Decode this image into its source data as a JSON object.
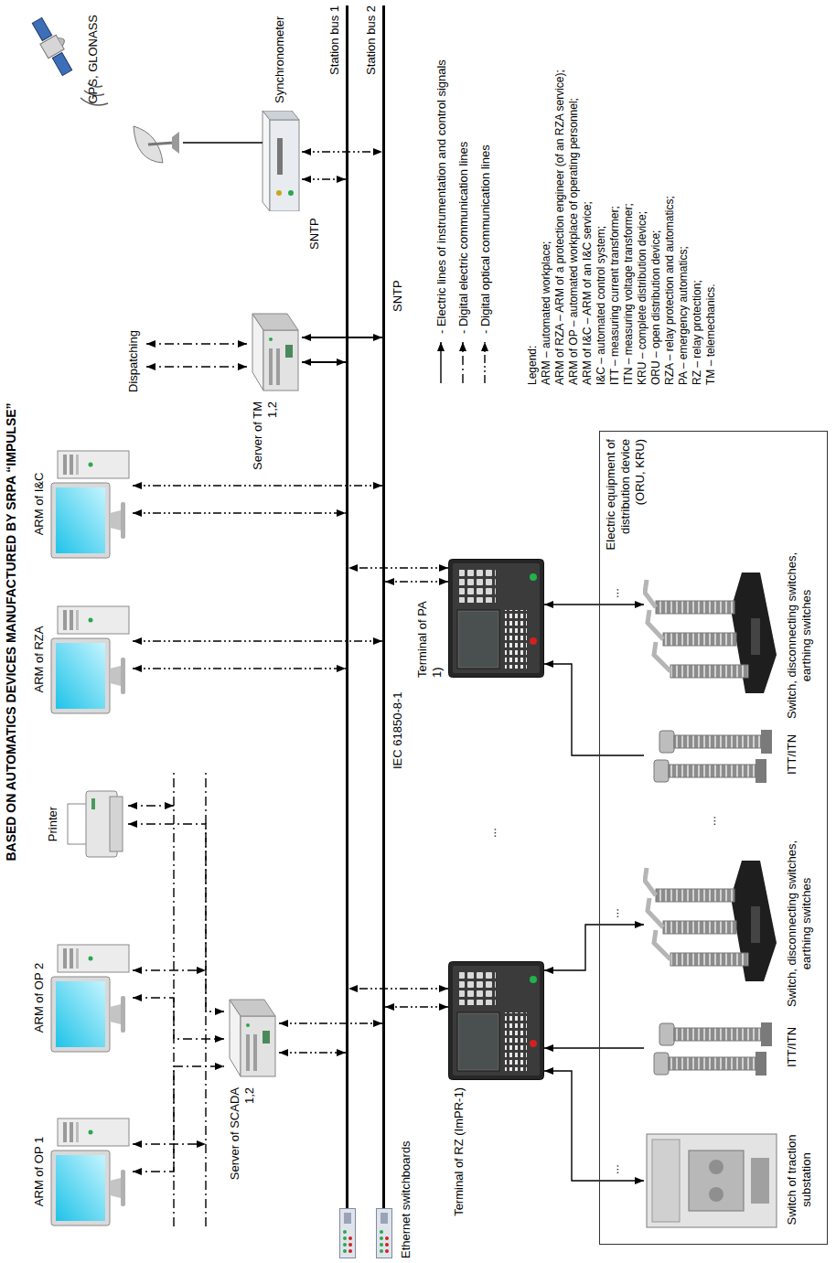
{
  "diagram": {
    "title": "BASED ON AUTOMATICS DEVICES MANUFACTURED BY SRPA “IMPULSE”",
    "nodes": [
      {
        "text": [
          "ARM of OP 1"
        ]
      },
      {
        "text": [
          "ARM of OP 2"
        ]
      },
      {
        "text": [
          "Printer"
        ]
      },
      {
        "text": [
          "Server of SCADA 1,2"
        ]
      },
      {
        "text": [
          "ARM of RZA"
        ]
      },
      {
        "text": [
          "ARM of I&C"
        ]
      },
      {
        "text": [
          "Server of TM 1,2"
        ]
      },
      {
        "text": [
          "Synchronometer"
        ]
      },
      {
        "text": [
          "GPS, GLONASS"
        ]
      },
      {
        "text": [
          "Station bus 1"
        ]
      },
      {
        "text": [
          "Station bus 2"
        ]
      },
      {
        "text": [
          "Terminal of RZ (ImPR-1)"
        ]
      },
      {
        "text": [
          "Terminal of PA 1)"
        ]
      },
      {
        "text": [
          "Electric equipment of distribution device (ORU, KRU)"
        ]
      },
      {
        "text": [
          "Switch of traction substation"
        ],
        "in": 13
      },
      {
        "text": [
          "ITT/ITN"
        ],
        "in": 13
      },
      {
        "text": [
          "Switch, disconnecting switches, earthing switches"
        ],
        "in": 13
      },
      {
        "text": [
          "ITT/ITN"
        ],
        "in": 13
      },
      {
        "text": [
          "Switch, disconnecting switches, earthing switches"
        ],
        "in": 13
      }
    ],
    "edges": [
      {
        "from": 0,
        "to": 3,
        "arrow": "both"
      },
      {
        "from": 1,
        "to": 3,
        "arrow": "both"
      },
      {
        "from": 2,
        "to": 3,
        "arrow": "both"
      },
      {
        "from": 3,
        "to": 9,
        "arrow": "both"
      },
      {
        "from": 3,
        "to": 10,
        "arrow": "both"
      },
      {
        "from": 4,
        "to": 9,
        "arrow": "both"
      },
      {
        "from": 4,
        "to": 10,
        "arrow": "both"
      },
      {
        "from": 5,
        "to": 9,
        "arrow": "both"
      },
      {
        "from": 5,
        "to": 10,
        "arrow": "both"
      },
      {
        "from": 6,
        "to": 9,
        "arrow": "both"
      },
      {
        "from": 6,
        "to": 10,
        "arrow": "both"
      },
      {
        "from": 7,
        "to": 9,
        "arrow": "both"
      },
      {
        "from": 7,
        "to": 10,
        "arrow": "both"
      },
      {
        "from": 11,
        "to": 9,
        "arrow": "both"
      },
      {
        "from": 11,
        "to": 10,
        "arrow": "both"
      },
      {
        "from": 12,
        "to": 9,
        "arrow": "both"
      },
      {
        "from": 12,
        "to": 10,
        "arrow": "both"
      },
      {
        "from": 15,
        "to": 11,
        "arrow": "to"
      },
      {
        "from": 11,
        "to": 14,
        "arrow": "both"
      },
      {
        "from": 11,
        "to": 16,
        "arrow": "both"
      },
      {
        "from": 17,
        "to": 12,
        "arrow": "to"
      },
      {
        "from": 12,
        "to": 18,
        "arrow": "both"
      }
    ],
    "labels": [
      "BASED ON AUTOMATICS DEVICES MANUFACTURED BY SRPA “IMPULSE”",
      "Ethernet switchboards",
      "Dispatching",
      "SNTP",
      "SNTP",
      "IEC 61850-8-1",
      "...",
      "...",
      "...",
      "...",
      "...",
      "Legend:",
      "ARM – automated workplace;",
      "ARM of RZA – ARM of a protection engineer (of an RZA service);",
      "ARM of OP – automated workplace of operating personnel;",
      "ARM of I&C – ARM of an I&C service;",
      "I&C – automated control system;",
      "ITT – measuring current transformer;",
      "ITN – measuring voltage transformer;",
      "KRU – complete distribution device;",
      "ORU – open distribution device;",
      "RZA – relay protection and automatics;",
      "PA – emergency automatics;",
      "RZ – relay protection;",
      "TM – telemechanics."
    ],
    "legend": [
      {
        "text": "- Electric lines of instrumentation and control signals"
      },
      {
        "text": "- Digital electric communication lines"
      },
      {
        "text": "- Digital optical communication lines"
      }
    ]
  }
}
